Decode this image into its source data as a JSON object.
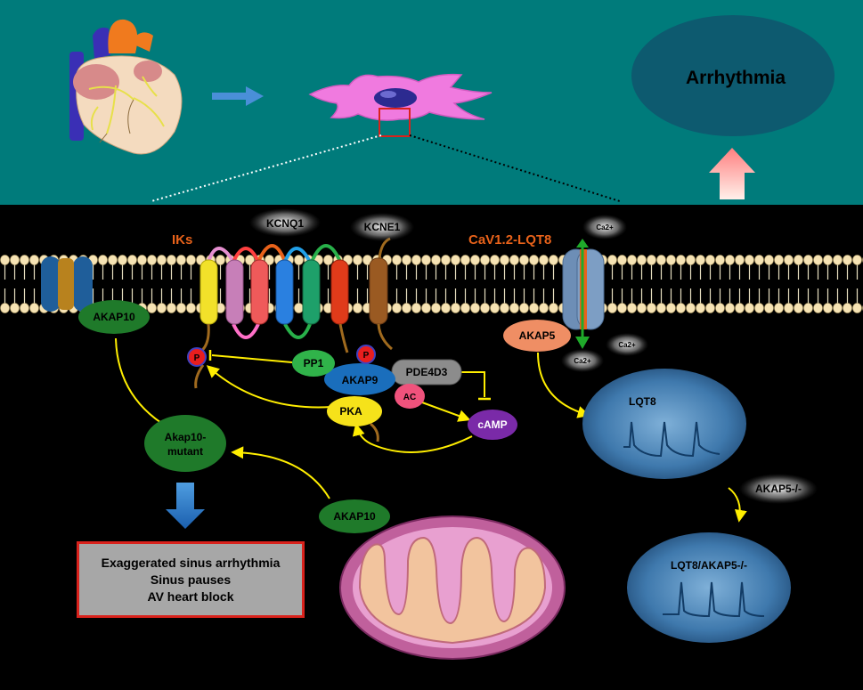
{
  "outcome": {
    "title": "Arrhythmia",
    "effects": [
      "Exaggerated sinus arrhythmia",
      "Sinus pauses",
      "AV heart block"
    ]
  },
  "channels": {
    "iks": "IKs",
    "kcnq1": "KCNQ1",
    "kcne1": "KCNE1",
    "cav": "CaV1.2-LQT8"
  },
  "ions": {
    "calcium": "Ca2+"
  },
  "proteins": {
    "akap10": "AKAP10",
    "akap10_mutant": [
      "Akap10-",
      "mutant"
    ],
    "akap5": "AKAP5",
    "akap9": "AKAP9",
    "pp1": "PP1",
    "pka": "PKA",
    "pde4d3": "PDE4D3",
    "ac": "AC",
    "camp": "cAMP",
    "phospho": "P"
  },
  "phenotypes": {
    "lqt8": "LQT8",
    "knockout_label": "AKAP5-/-",
    "lqt8_knockout": "LQT8/AKAP5-/-"
  },
  "colors": {
    "teal_panel": "#007b7b",
    "dark_background": "#000000",
    "yellow_arrows": "#ffee00",
    "orange_labels": "#e8621a",
    "akap_green": "#1f7a2a",
    "outcome_border": "#d9221c"
  }
}
